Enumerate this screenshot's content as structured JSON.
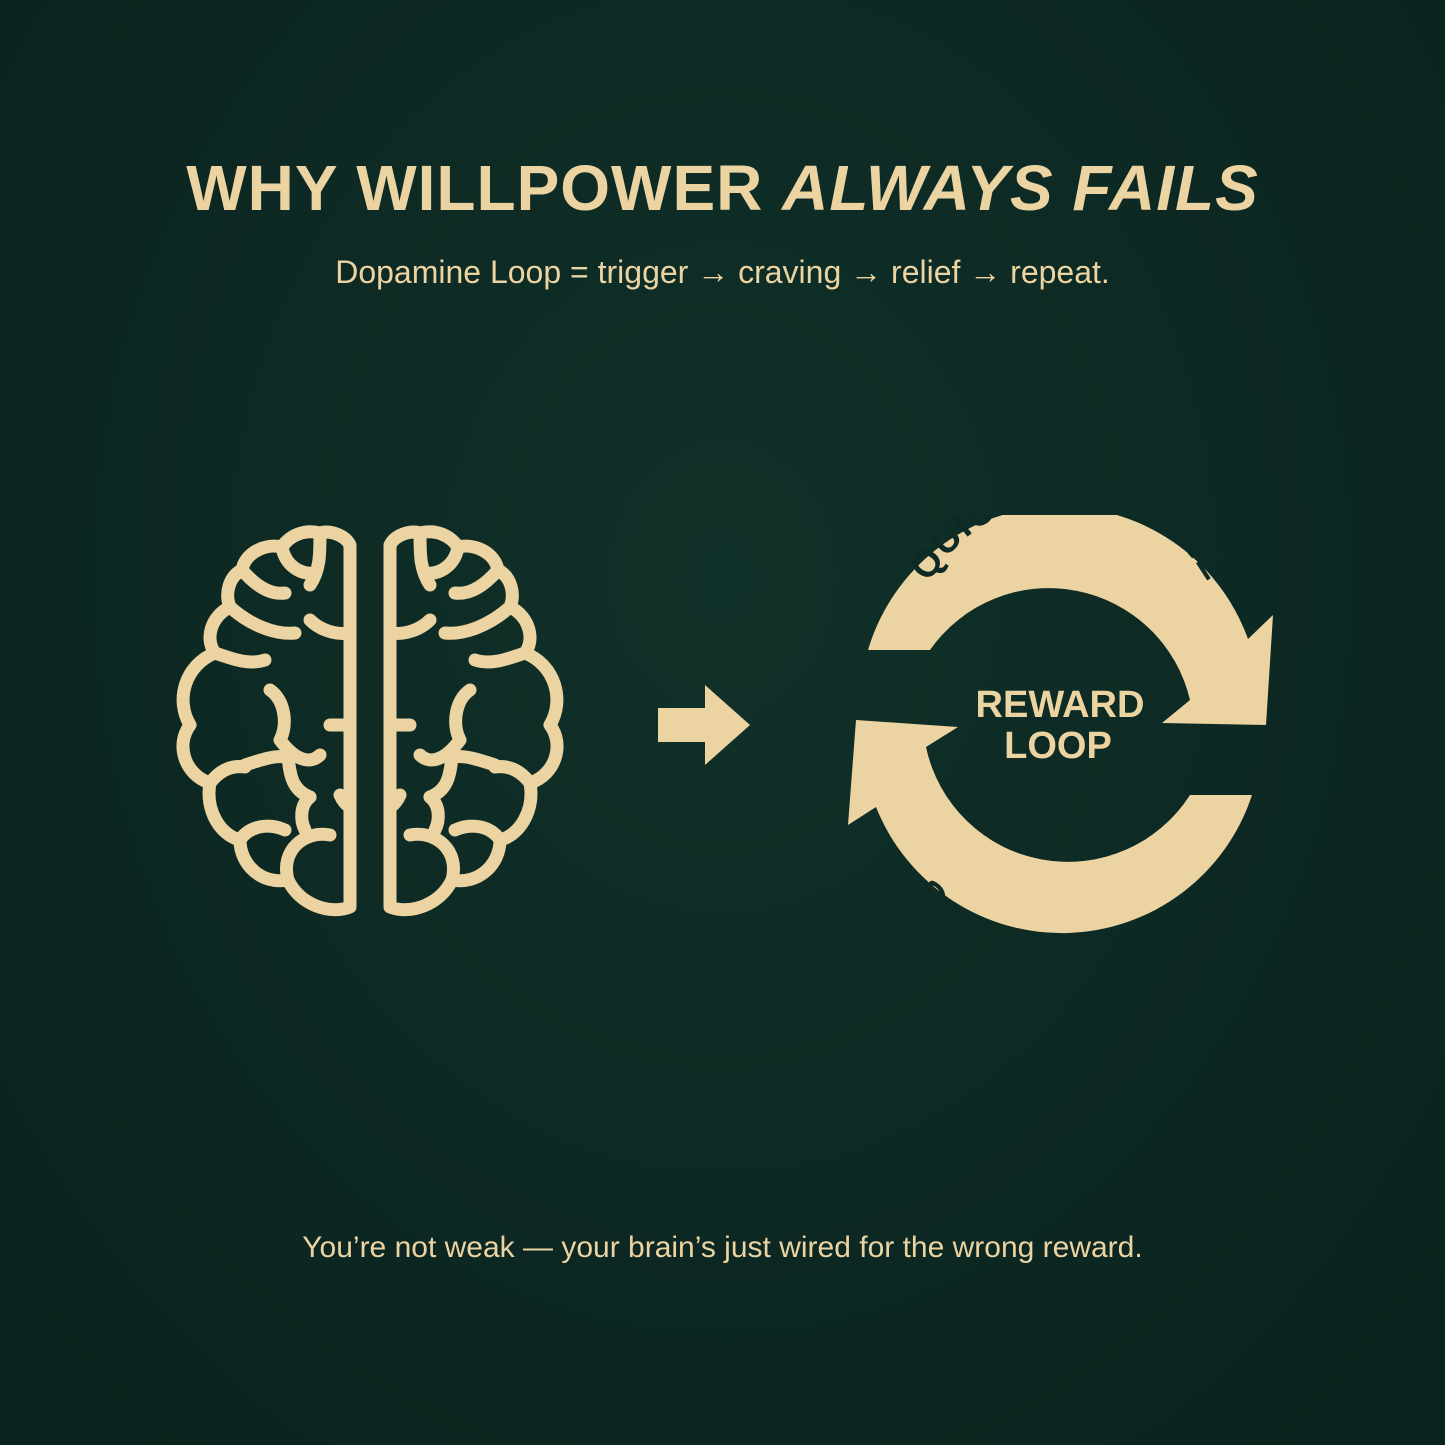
{
  "title": {
    "main": "WHY WILLPOWER ",
    "emphasis": "ALWAYS FAILS"
  },
  "subtitle": "Dopamine Loop = trigger → craving → relief → repeat.",
  "loop": {
    "top_label": "QUICK DOPAMINE",
    "bottom_label": "LASTING WIRING",
    "center_line1": "REWARD",
    "center_line2": "LOOP"
  },
  "footer": "You’re not weak — your brain’s just wired for the wrong reward.",
  "icons": {
    "left": "brain-icon",
    "middle": "arrow-right-icon",
    "right": "reward-loop-icon"
  },
  "colors": {
    "background": "#0d2a24",
    "accent": "#ecd3a2"
  }
}
